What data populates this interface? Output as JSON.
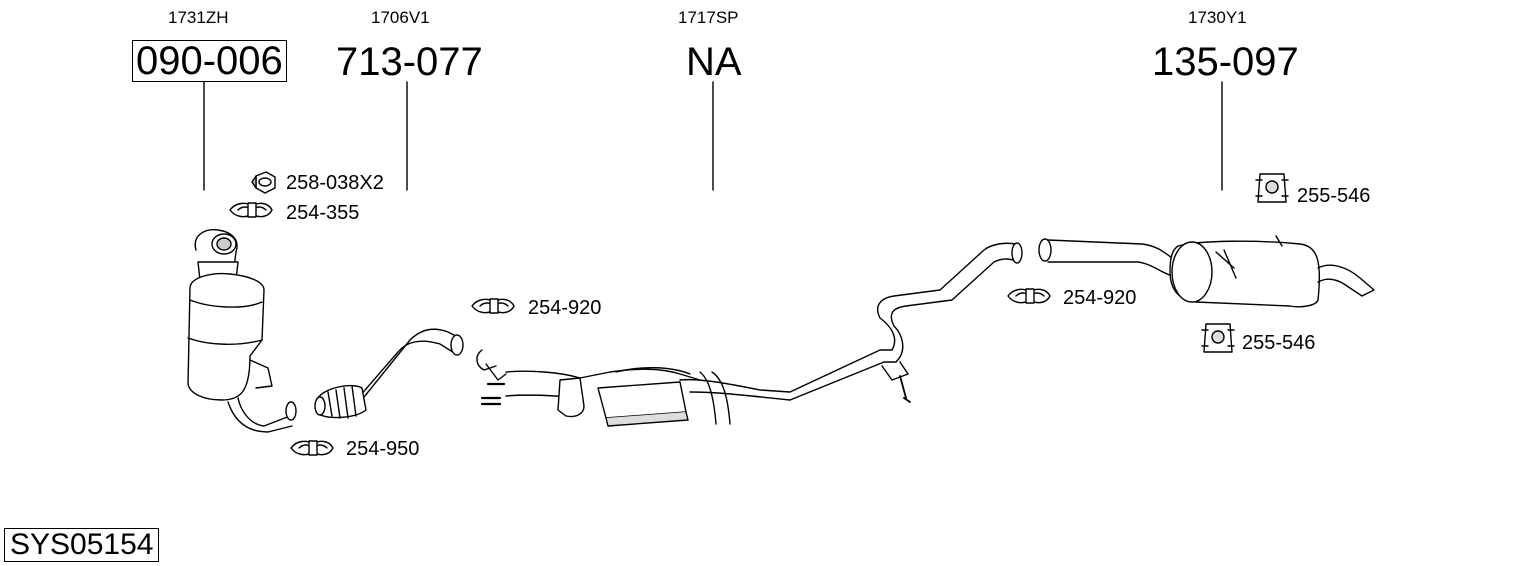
{
  "assemblies": [
    {
      "ref": "1731ZH",
      "part": "090-006",
      "boxed": true
    },
    {
      "ref": "1706V1",
      "part": "713-077",
      "boxed": false
    },
    {
      "ref": "1717SP",
      "part": "NA",
      "boxed": false
    },
    {
      "ref": "1730Y1",
      "part": "135-097",
      "boxed": false
    }
  ],
  "accessories": [
    {
      "label": "258-038X2",
      "icon": "nut-icon"
    },
    {
      "label": "254-355",
      "icon": "clamp-icon"
    },
    {
      "label": "254-920",
      "icon": "clamp-icon"
    },
    {
      "label": "254-950",
      "icon": "clamp-icon"
    },
    {
      "label": "254-920",
      "icon": "clamp-icon"
    },
    {
      "label": "255-546",
      "icon": "rubber-mount-icon"
    },
    {
      "label": "255-546",
      "icon": "rubber-mount-icon"
    }
  ],
  "system_code": "SYS05154",
  "colors": {
    "line": "#000000",
    "part_fill": "#ffffff",
    "shade": "#d9d9d9"
  }
}
